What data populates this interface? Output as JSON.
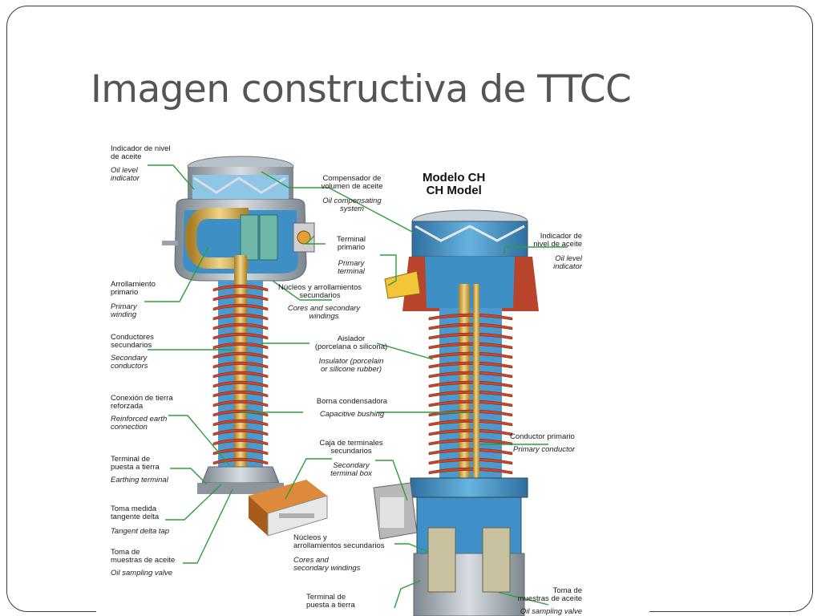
{
  "slide": {
    "title": "Imagen constructiva de TTCC"
  },
  "diagram": {
    "model_title_es": "Modelo CH",
    "model_title_en": "CH Model",
    "left_labels": [
      {
        "es": "Indicador de nivel\nde aceite",
        "en": "Oil level\nindicator"
      },
      {
        "es": "Arrollamiento\nprimario",
        "en": "Primary\nwinding"
      },
      {
        "es": "Conductores\nsecundarios",
        "en": "Secondary\nconductors"
      },
      {
        "es": "Conexión de tierra\nreforzada",
        "en": "Reinforced earth\nconnection"
      },
      {
        "es": "Terminal de\npuesta a tierra",
        "en": "Earthing terminal"
      },
      {
        "es": "Toma medida\ntangente delta",
        "en": "Tangent delta tap"
      },
      {
        "es": "Toma de\nmuestras de aceite",
        "en": "Oil sampling valve"
      }
    ],
    "center_labels": [
      {
        "es": "Compensador de\nvolumen de aceite",
        "en": "Oil compensating\nsystem"
      },
      {
        "es": "Terminal\nprimario",
        "en": "Primary\nterminal"
      },
      {
        "es": "Núcleos y arrollamientos\nsecundarios",
        "en": "Cores and secondary\nwindings"
      },
      {
        "es": "Aislador\n(porcelana o silicona)",
        "en": "Insulator (porcelain\nor silicone rubber)"
      },
      {
        "es": "Borna condensadora",
        "en": "Capacitive bushing"
      },
      {
        "es": "Caja de terminales\nsecundarios",
        "en": "Secondary\nterminal box"
      },
      {
        "es": "Núcleos y\narrollamientos secundarios",
        "en": "Cores and\nsecondary windings"
      },
      {
        "es": "Terminal de\npuesta a tierra",
        "en": ""
      }
    ],
    "right_labels": [
      {
        "es": "Indicador de\nnivel de aceite",
        "en": "Oil level\nindicator"
      },
      {
        "es": "Conductor primario",
        "en": "Primary conductor"
      },
      {
        "es": "Toma de\nmuestras de aceite",
        "en": "Oil sampling valve"
      }
    ],
    "colors": {
      "leader_line": "#2e9e3e",
      "insulator_shed": "#c8472c",
      "conductor": "#d9b24a",
      "oil_tank": "#3f8fc9",
      "metal": "#9aa3ab"
    }
  }
}
